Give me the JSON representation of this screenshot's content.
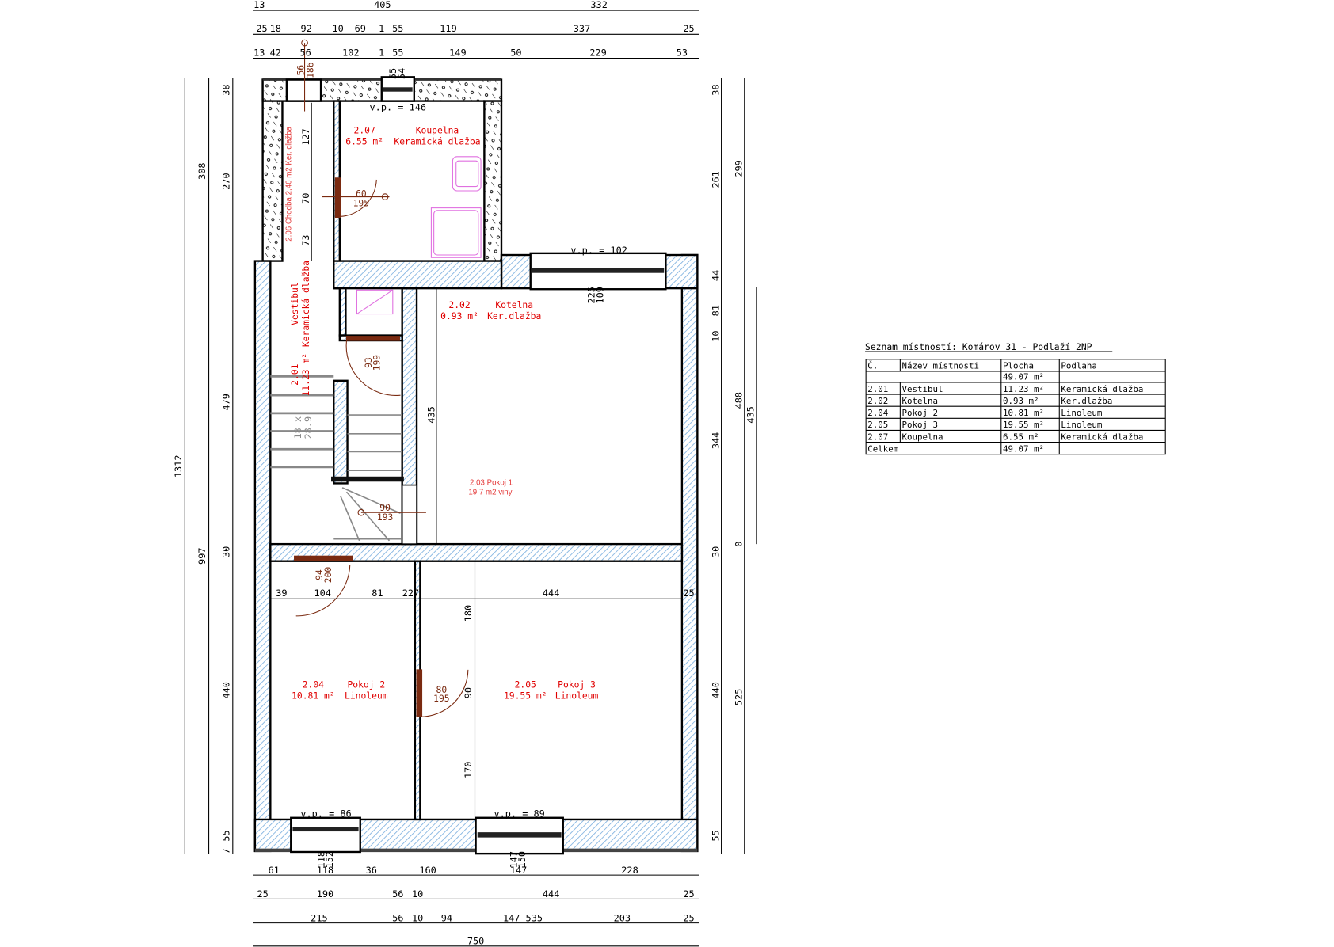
{
  "table": {
    "title": "Seznam místností: Komárov 31 - Podlaží 2NP",
    "headers": [
      "Č.",
      "Název místnosti",
      "Plocha",
      "Podlaha"
    ],
    "rows": [
      [
        "",
        "",
        "49.07 m²",
        ""
      ],
      [
        "2.01",
        "Vestibul",
        "11.23 m²",
        "Keramická dlažba"
      ],
      [
        "2.02",
        "Kotelna",
        "0.93 m²",
        "Ker.dlažba"
      ],
      [
        "2.04",
        "Pokoj 2",
        "10.81 m²",
        "Linoleum"
      ],
      [
        "2.05",
        "Pokoj 3",
        "19.55 m²",
        "Linoleum"
      ],
      [
        "2.07",
        "Koupelna",
        "6.55 m²",
        "Keramická dlažba"
      ]
    ],
    "total_label": "Celkem",
    "total_area": "49.07 m²"
  },
  "rooms": {
    "koupelna": {
      "num": "2.07",
      "area": "6.55 m²",
      "name": "Koupelna",
      "floor": "Keramická dlažba"
    },
    "kotelna": {
      "num": "2.02",
      "area": "0.93 m²",
      "name": "Kotelna",
      "floor": "Ker.dlažba"
    },
    "vestibul": {
      "num": "2.01",
      "area": "11.23 m²",
      "name": "Vestibul",
      "floor": "Keramická dlažba"
    },
    "chodba": {
      "label": "2.06 Chodba 2,46 m2 Ker. dlažba"
    },
    "pokoj1": {
      "line1": "2.03  Pokoj 1",
      "line2": "19,7 m2 vinyl"
    },
    "pokoj2": {
      "num": "2.04",
      "area": "10.81 m²",
      "name": "Pokoj 2",
      "floor": "Linoleum"
    },
    "pokoj3": {
      "num": "2.05",
      "area": "19.55 m²",
      "name": "Pokoj 3",
      "floor": "Linoleum"
    }
  },
  "windows": [
    "v.p. = 146",
    "v.p. = 102",
    "v.p. = 86",
    "v.p. = 89"
  ],
  "window_dims": [
    [
      "55",
      "54"
    ],
    [
      "225",
      "109"
    ],
    [
      "118",
      "152"
    ],
    [
      "147",
      "150"
    ]
  ],
  "doors": [
    [
      "56",
      "186"
    ],
    [
      "60",
      "195"
    ],
    [
      "93",
      "199"
    ],
    [
      "90",
      "193"
    ],
    [
      "94",
      "200"
    ],
    [
      "80",
      "195"
    ]
  ],
  "stairs": [
    "18 x",
    "28.9"
  ],
  "dims": {
    "top1": [
      "13",
      "405",
      "332"
    ],
    "top2": [
      "25",
      "18",
      "92",
      "10",
      "69",
      "1",
      "55",
      "119",
      "337",
      "25"
    ],
    "top3": [
      "13",
      "42",
      "56",
      "102",
      "1",
      "55",
      "149",
      "50",
      "229",
      "53"
    ],
    "bottom1": [
      "61",
      "118",
      "36",
      "160",
      "147",
      "228"
    ],
    "bottom2": [
      "25",
      "190",
      "56",
      "10",
      "444",
      "25"
    ],
    "bottom3": [
      "215",
      "56",
      "10",
      "94",
      "147 535",
      "203",
      "25"
    ],
    "bottom4": [
      "750"
    ],
    "left1": [
      "1312"
    ],
    "left2": [
      "308",
      "997"
    ],
    "left3": [
      "38",
      "270",
      "479",
      "30",
      "440",
      "55",
      "7"
    ],
    "right1": [
      "38",
      "261",
      "44",
      "81",
      "10",
      "344",
      "30",
      "440",
      "55"
    ],
    "right2": [
      "299",
      "488",
      "0",
      "525"
    ],
    "right3": [
      "435"
    ],
    "interior": [
      "127",
      "70",
      "73",
      "435",
      "39",
      "104",
      "81",
      "227",
      "444",
      "25",
      "180",
      "90",
      "170"
    ]
  },
  "colors": {
    "wall_hatch": "#7fb2e0",
    "room_text": "#e00000",
    "door": "#7a2a10",
    "fixture": "#e070e0"
  }
}
